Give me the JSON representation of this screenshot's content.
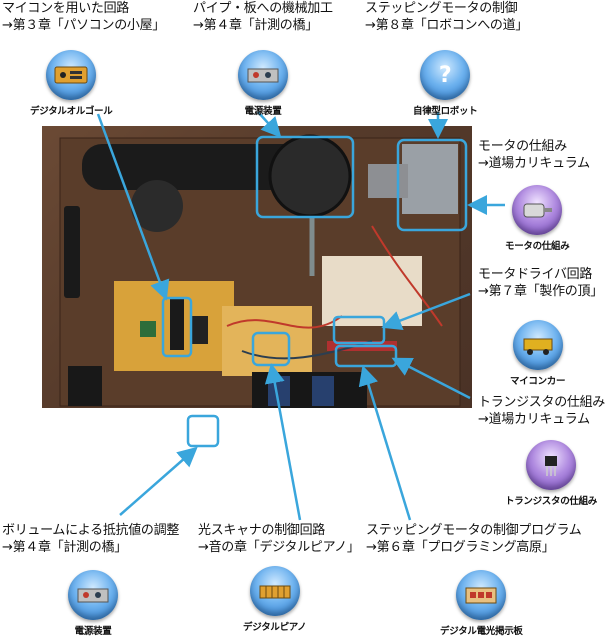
{
  "labels": {
    "top_left": {
      "line1": "マイコンを用いた回路",
      "line2": "→第３章「パソコンの小屋」"
    },
    "top_center": {
      "line1": "パイプ・板への機械加工",
      "line2": "→第４章「計測の橋」"
    },
    "top_right": {
      "line1": "ステッピングモータの制御",
      "line2": "→第８章「ロボコンへの道」"
    },
    "motor_mech": {
      "line1": "モータの仕組み",
      "line2": "→道場カリキュラム"
    },
    "motor_driver": {
      "line1": "モータドライバ回路",
      "line2": "→第７章「製作の頂」"
    },
    "transistor": {
      "line1": "トランジスタの仕組み",
      "line2": "→道場カリキュラム"
    },
    "volume": {
      "line1": "ボリュームによる抵抗値の調整",
      "line2": "→第４章「計測の橋」"
    },
    "optical": {
      "line1": "光スキャナの制御回路",
      "line2": "→音の章「デジタルピアノ」"
    },
    "stepping_prog": {
      "line1": "ステッピングモータの制御プログラム",
      "line2": "→第６章「プログラミング高原」"
    }
  },
  "badges": {
    "digital_orgel": {
      "caption": "デジタルオルゴール",
      "icon": "organ-board-icon"
    },
    "power_supply_top": {
      "caption": "電源装置",
      "icon": "power-supply-icon"
    },
    "robot": {
      "caption": "自律型ロボット",
      "icon": "question-mark-icon",
      "glyph": "?"
    },
    "motor": {
      "caption": "モータの仕組み",
      "icon": "motor-icon"
    },
    "microcar": {
      "caption": "マイコンカー",
      "icon": "microcar-icon"
    },
    "transistor": {
      "caption": "トランジスタの仕組み",
      "icon": "transistor-icon"
    },
    "power_supply_bottom": {
      "caption": "電源装置",
      "icon": "power-supply-icon"
    },
    "piano": {
      "caption": "デジタルピアノ",
      "icon": "piano-icon"
    },
    "led_board": {
      "caption": "デジタル電光掲示板",
      "icon": "led-board-icon"
    }
  },
  "colors": {
    "highlight": "#3aa6dc",
    "arrow": "#3aa6dc",
    "badge_blue": "#1f6fc4",
    "badge_purple": "#6b3fb5"
  }
}
